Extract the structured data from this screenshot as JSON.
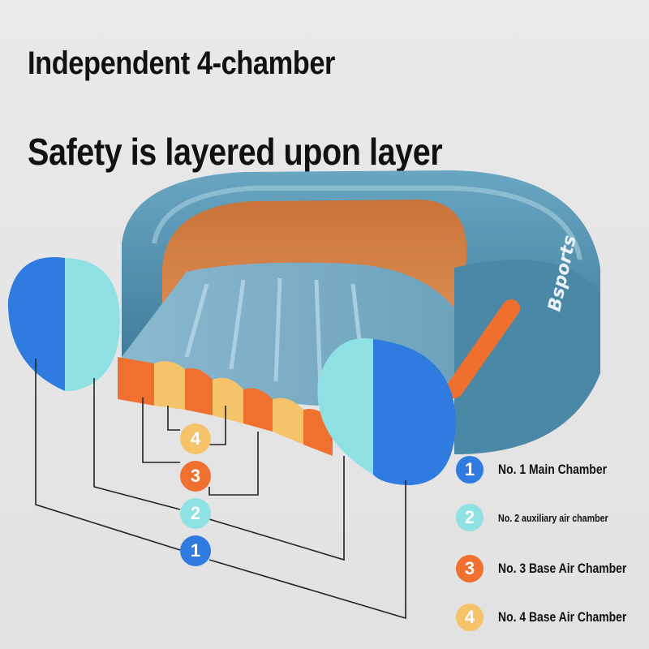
{
  "headline": {
    "line1": "Independent 4-chamber",
    "line2": "Safety is layered upon layer"
  },
  "brand_text": "Bsports",
  "colors": {
    "chamber1": "#2f7be0",
    "chamber2": "#8fe1e3",
    "chamber3": "#f07030",
    "chamber4": "#f5c36a",
    "boat_hull": "#4a8aa8",
    "boat_inner": "#d98546",
    "floor": "#7fb0c6"
  },
  "callouts": [
    {
      "number": "4",
      "color_key": "chamber4"
    },
    {
      "number": "3",
      "color_key": "chamber3"
    },
    {
      "number": "2",
      "color_key": "chamber2"
    },
    {
      "number": "1",
      "color_key": "chamber1"
    }
  ],
  "legend": [
    {
      "number": "1",
      "label": "No. 1 Main Chamber",
      "color": "#2f7be0"
    },
    {
      "number": "2",
      "label": "No. 2 auxiliary air chamber",
      "color": "#8fe1e3"
    },
    {
      "number": "3",
      "label": "No. 3 Base Air Chamber",
      "color": "#f07030"
    },
    {
      "number": "4",
      "label": "No. 4 Base Air Chamber",
      "color": "#f5c36a"
    }
  ]
}
